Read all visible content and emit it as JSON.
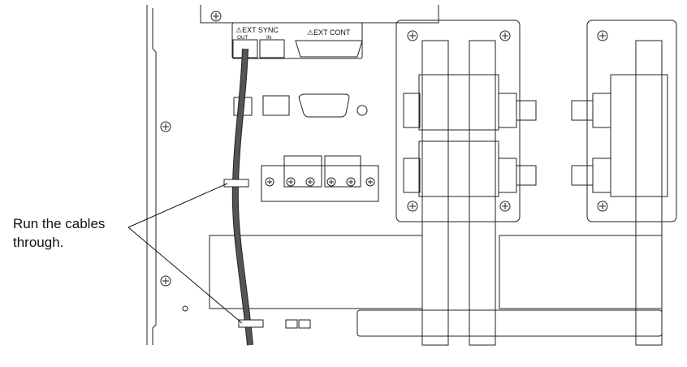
{
  "callout": {
    "line1": "Run the cables",
    "line2": "through."
  },
  "panel": {
    "ext_sync_label": "⚠EXT SYNC",
    "out_label": "OUT",
    "in_label": "IN",
    "ext_cont_label": "⚠EXT CONT"
  },
  "colors": {
    "line": "#222222",
    "cable": "#555555",
    "background": "#ffffff"
  }
}
